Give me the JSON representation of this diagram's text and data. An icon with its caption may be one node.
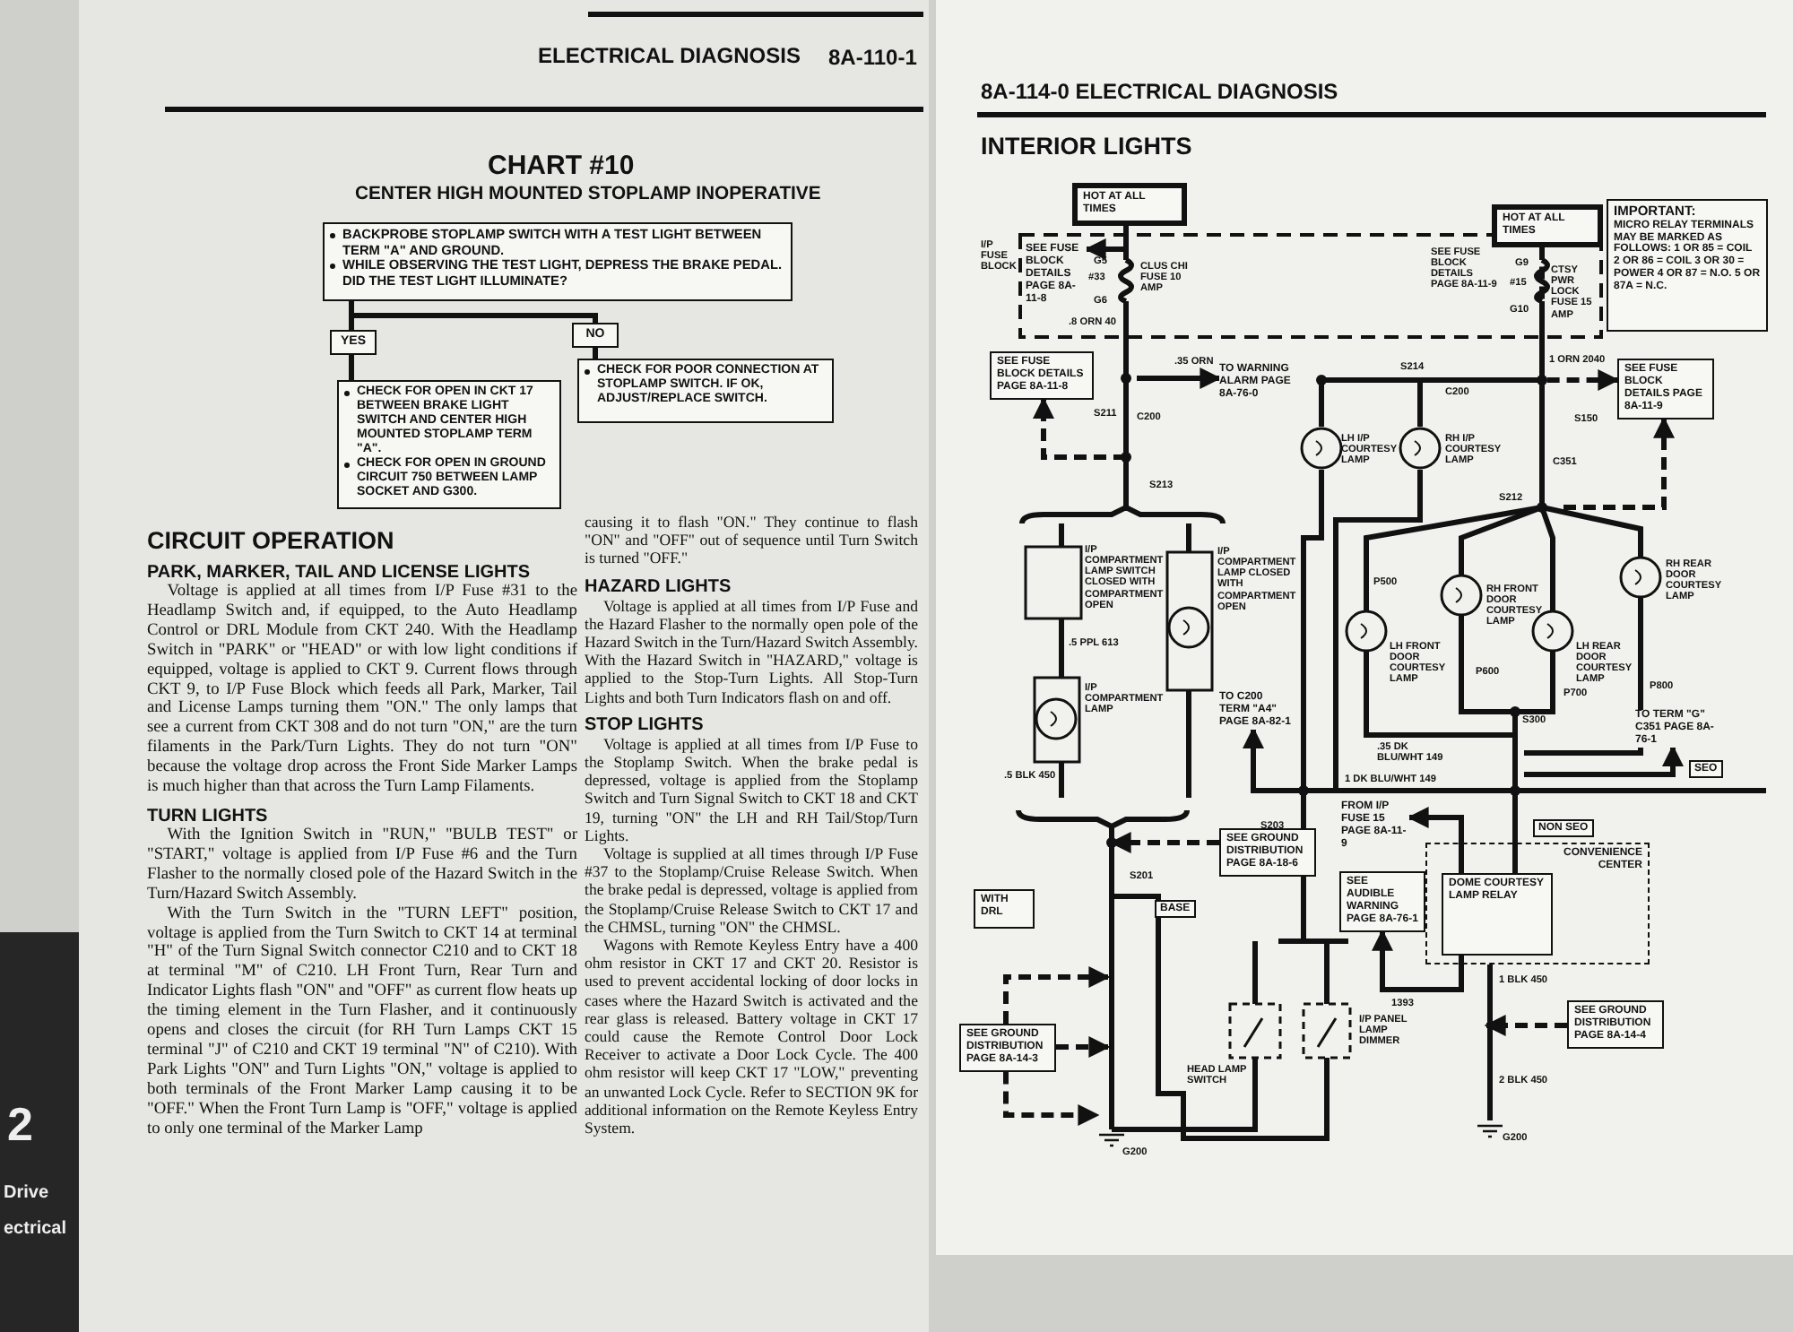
{
  "diagram": {
    "nodes": [
      {
        "text": [
          "BACKPROBE STOPLAMP SWITCH WITH A TEST LIGHT BETWEEN TERM \"A\" AND GROUND.",
          "WHILE OBSERVING THE TEST LIGHT, DEPRESS THE BRAKE PEDAL. DID THE TEST LIGHT ILLUMINATE?"
        ]
      },
      {
        "text": [
          "YES"
        ]
      },
      {
        "text": [
          "NO"
        ]
      },
      {
        "text": [
          "CHECK FOR OPEN IN CKT 17 BETWEEN BRAKE LIGHT SWITCH AND CENTER HIGH MOUNTED STOPLAMP TERM \"A\".",
          "CHECK FOR OPEN IN GROUND CIRCUIT 750 BETWEEN LAMP SOCKET AND G300."
        ]
      },
      {
        "text": [
          "CHECK FOR POOR CONNECTION AT STOPLAMP SWITCH. IF OK, ADJUST/REPLACE SWITCH."
        ]
      },
      {
        "text": [
          "HOT AT ALL TIMES"
        ]
      },
      {
        "text": [
          "HOT AT ALL TIMES"
        ]
      },
      {
        "text": [
          "IMPORTANT:",
          "MICRO RELAY TERMINALS MAY BE MARKED AS FOLLOWS: 1 OR 85 = COIL 2 OR 86 = COIL 3 OR 30 = POWER 4 OR 87 = N.O. 5 OR 87A = N.C."
        ]
      },
      {
        "text": [
          "SEE FUSE BLOCK DETAILS PAGE 8A-11-8"
        ]
      },
      {
        "text": [
          "SEE FUSE BLOCK DETAILS PAGE 8A-11-9"
        ]
      },
      {
        "text": [
          "TO WARNING ALARM PAGE 8A-76-0"
        ]
      },
      {
        "text": [
          "SEE FUSE BLOCK DETAILS PAGE 8A-11-8"
        ]
      },
      {
        "text": [
          "TO C200 TERM \"A4\" PAGE 8A-82-1"
        ]
      },
      {
        "text": [
          "TO TERM \"G\" C351 PAGE 8A-76-1"
        ]
      },
      {
        "text": [
          "FROM I/P FUSE 15 PAGE 8A-11-9"
        ]
      },
      {
        "text": [
          "SEE GROUND DISTRIBUTION PAGE 8A-18-6"
        ]
      },
      {
        "text": [
          "WITH DRL"
        ]
      },
      {
        "text": [
          "SEE GROUND DISTRIBUTION PAGE 8A-14-3"
        ]
      },
      {
        "text": [
          "SEE AUDIBLE WARNING PAGE 8A-76-1"
        ]
      },
      {
        "text": [
          "CONVENIENCE CENTER"
        ]
      },
      {
        "text": [
          "DOME COURTESY LAMP RELAY"
        ],
        "in": 19
      },
      {
        "text": [
          "SEE GROUND DISTRIBUTION PAGE 8A-14-4"
        ]
      }
    ],
    "edges": [
      {
        "from": 0,
        "to": 1,
        "arrow": "none"
      },
      {
        "from": 0,
        "to": 2,
        "arrow": "none"
      },
      {
        "from": 1,
        "to": 3,
        "arrow": "none"
      },
      {
        "from": 2,
        "to": 4,
        "arrow": "none"
      },
      {
        "from": null,
        "to": 8,
        "arrow": "to",
        "style": "dashed"
      },
      {
        "from": 6,
        "to": 9,
        "arrow": "to",
        "style": "dashed"
      },
      {
        "from": null,
        "to": 9,
        "arrow": "to",
        "style": "dashed"
      },
      {
        "from": null,
        "to": 10,
        "arrow": "to"
      },
      {
        "from": 5,
        "to": 11,
        "arrow": "to"
      },
      {
        "from": null,
        "to": 12,
        "arrow": "to"
      },
      {
        "from": null,
        "to": 13,
        "arrow": "to"
      },
      {
        "from": 20,
        "to": 14,
        "arrow": "to"
      },
      {
        "from": 15,
        "to": null,
        "arrow": "to",
        "style": "dashed"
      },
      {
        "from": 17,
        "to": null,
        "arrow": "to",
        "style": "dashed"
      },
      {
        "from": 17,
        "to": null,
        "arrow": "to",
        "style": "dashed"
      },
      {
        "from": 17,
        "to": null,
        "arrow": "to",
        "style": "dashed"
      },
      {
        "from": 20,
        "to": 18,
        "arrow": "to"
      },
      {
        "from": 21,
        "to": null,
        "arrow": "to",
        "style": "dashed"
      }
    ],
    "labels": [
      "2",
      "Drive",
      "ectrical",
      "ELECTRICAL DIAGNOSIS",
      "8A-110-1",
      "CHART #10",
      "CENTER HIGH MOUNTED STOPLAMP INOPERATIVE",
      "CIRCUIT OPERATION",
      "PARK, MARKER, TAIL AND LICENSE LIGHTS",
      "Voltage is applied at all times from I/P Fuse #31 to the Headlamp Switch and, if equipped, to the Auto Headlamp Control or DRL Module from CKT 240. With the Headlamp Switch in \"PARK\" or \"HEAD\" or with low light conditions if equipped, voltage is applied to CKT 9. Current flows through CKT 9, to I/P Fuse Block which feeds all Park, Marker, Tail and License Lamps turning them \"ON.\" The only lamps that see a current from CKT 308 and do not turn \"ON,\" are the turn filaments in the Park/Turn Lights. They do not turn \"ON\" because the voltage drop across the Front Side Marker Lamps is much higher than that across the Turn Lamp Filaments.",
      "TURN LIGHTS",
      "With the Ignition Switch in \"RUN,\" \"BULB TEST\" or \"START,\" voltage is applied from I/P Fuse #6 and the Turn Flasher to the normally closed pole of the Hazard Switch in the Turn/Hazard Switch Assembly.",
      "With the Turn Switch in the \"TURN LEFT\" position, voltage is applied from the Turn Switch to CKT 14 at terminal \"H\" of the Turn Signal Switch connector C210 and to CKT 18 at terminal \"M\" of C210. LH Front Turn, Rear Turn and Indicator Lights flash \"ON\" and \"OFF\" as current flow heats up the timing element in the Turn Flasher, and it continuously opens and closes the circuit (for RH Turn Lamps CKT 15 terminal \"J\" of C210 and CKT 19 terminal \"N\" of C210). With Park Lights \"ON\" and Turn Lights \"ON,\" voltage is applied to both terminals of the Front Marker Lamp causing it to be \"OFF.\" When the Front Turn Lamp is \"OFF,\" voltage is applied to only one terminal of the Marker Lamp",
      "causing it to flash \"ON.\" They continue to flash \"ON\" and \"OFF\" out of sequence until Turn Switch is turned \"OFF.\"",
      "HAZARD LIGHTS",
      "Voltage is applied at all times from I/P Fuse and the Hazard Flasher to the normally open pole of the Hazard Switch in the Turn/Hazard Switch Assembly. With the Hazard Switch in \"HAZARD,\" voltage is applied to the Stop-Turn Lights. All Stop-Turn Lights and both Turn Indicators flash on and off.",
      "STOP LIGHTS",
      "Voltage is applied at all times from I/P Fuse to the Stoplamp Switch. When the brake pedal is depressed, voltage is applied from the Stoplamp Switch and Turn Signal Switch to CKT 18 and CKT 19, turning \"ON\" the LH and RH Tail/Stop/Turn Lights.",
      "Voltage is supplied at all times through I/P Fuse #37 to the Stoplamp/Cruise Release Switch. When the brake pedal is depressed, voltage is applied from the Stoplamp/Cruise Release Switch to CKT 17 and the CHMSL, turning \"ON\" the CHMSL.",
      "Wagons with Remote Keyless Entry have a 400 ohm resistor in CKT 17 and CKT 20. Resistor is used to prevent accidental locking of door locks in cases where the Hazard Switch is activated and the rear glass is released. Battery voltage in CKT 17 could cause the Remote Control Door Lock Receiver to activate a Door Lock Cycle. The 400 ohm resistor will keep CKT 17 \"LOW,\" preventing an unwanted Lock Cycle. Refer to SECTION 9K for additional information on the Remote Keyless Entry System.",
      "8A-114-0 ELECTRICAL DIAGNOSIS",
      "INTERIOR LIGHTS",
      "I/P FUSE BLOCK",
      "G5",
      "#33",
      "G6",
      "CLUS CHI FUSE 10 AMP",
      "G9",
      "#15",
      "G10",
      "CTSY PWR LOCK FUSE 15 AMP",
      "SEE FUSE BLOCK DETAILS PAGE 8A-11-9",
      ".8 ORN 40",
      "S211",
      ".35 ORN",
      "C200",
      "S213",
      "S214",
      "C200",
      "S150",
      "1 ORN 2040",
      "C351",
      "S212",
      "LH I/P COURTESY LAMP",
      "RH I/P COURTESY LAMP",
      "I/P COMPARTMENT LAMP SWITCH CLOSED WITH COMPARTMENT OPEN",
      "I/P COMPARTMENT LAMP CLOSED WITH COMPARTMENT OPEN",
      "I/P COMPARTMENT LAMP",
      ".5 PPL 613",
      ".5 BLK 450",
      "1 DK BLU/WHT 149",
      "S203",
      "LH FRONT DOOR COURTESY LAMP",
      "RH FRONT DOOR COURTESY LAMP",
      "LH REAR DOOR COURTESY LAMP",
      "RH REAR DOOR COURTESY LAMP",
      "P500",
      "P600",
      "P700",
      "P800",
      "S300",
      ".35 DK BLU/WHT 149",
      "SEO",
      "NON SEO",
      "S201",
      "BASE",
      "HEAD LAMP SWITCH",
      "I/P PANEL LAMP DIMMER",
      "1393",
      "1 BLK 450",
      "2 BLK 450",
      "G200",
      "G200"
    ]
  }
}
